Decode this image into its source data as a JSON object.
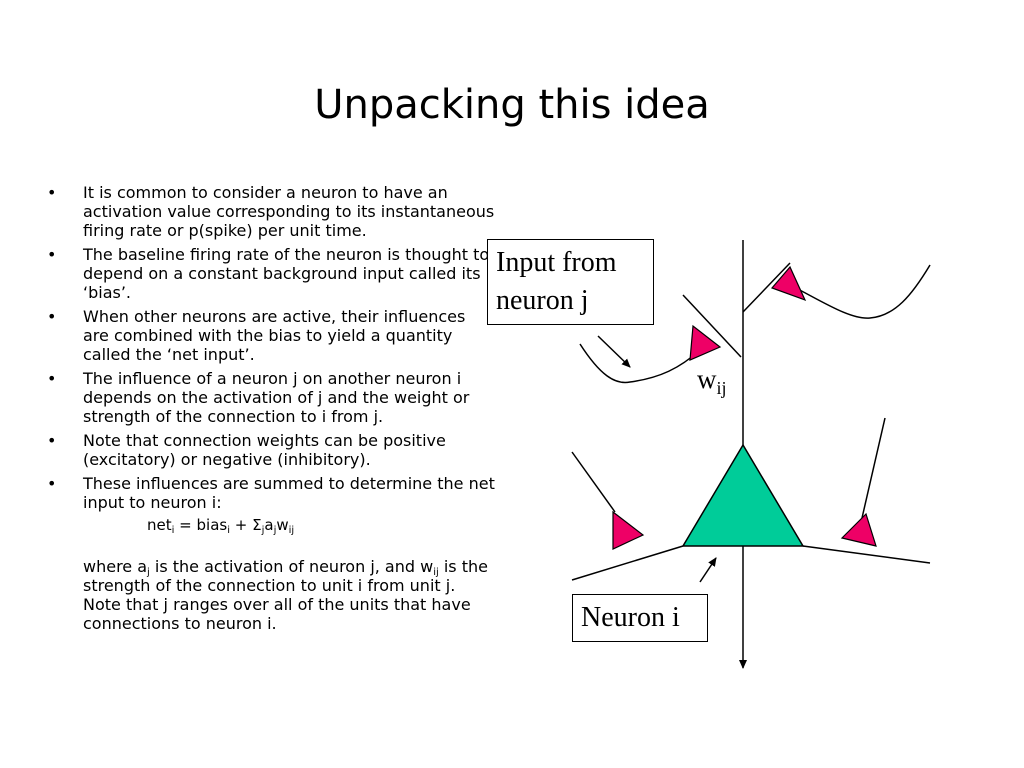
{
  "slide": {
    "title": "Unpacking this idea",
    "bullets": [
      "It is common to consider a neuron to have an activation value corresponding to its instantaneous firing rate or p(spike) per unit time.",
      "The baseline firing rate of the neuron is thought to depend on a constant background input called its ‘bias’.",
      "When other neurons are active, their influences are combined with the bias to yield a quantity called the ‘net input’.",
      "The influence of a neuron j on another neuron i depends on the activation of j and the weight or strength of the connection to i from j.",
      "Note that connection weights can be positive (excitatory) or negative (inhibitory).",
      "These influences are summed to determine the net input to neuron i:"
    ],
    "formula": {
      "net": "net",
      "i1": "i",
      "eq": " = bias",
      "i2": "i",
      "plus": " + ",
      "sigma": "Σ",
      "j1": "j",
      "a": "a",
      "j2": "j",
      "w": "w",
      "ij": "ij"
    },
    "where": {
      "p1": "where a",
      "s1": "j",
      "p2": " is the activation of neuron j, and w",
      "s2": "ij",
      "p3": " is the strength of the connection to unit i from unit j. Note that j ranges over all of the units that have connections to neuron i."
    }
  },
  "diagram": {
    "input_label_line1": "Input from",
    "input_label_line2": "neuron j",
    "weight_label": "w",
    "weight_sub": "ij",
    "neuron_label": "Neuron i",
    "colors": {
      "neuron_body": "#00cc99",
      "synapse": "#ee0066",
      "stroke": "#000000"
    }
  }
}
